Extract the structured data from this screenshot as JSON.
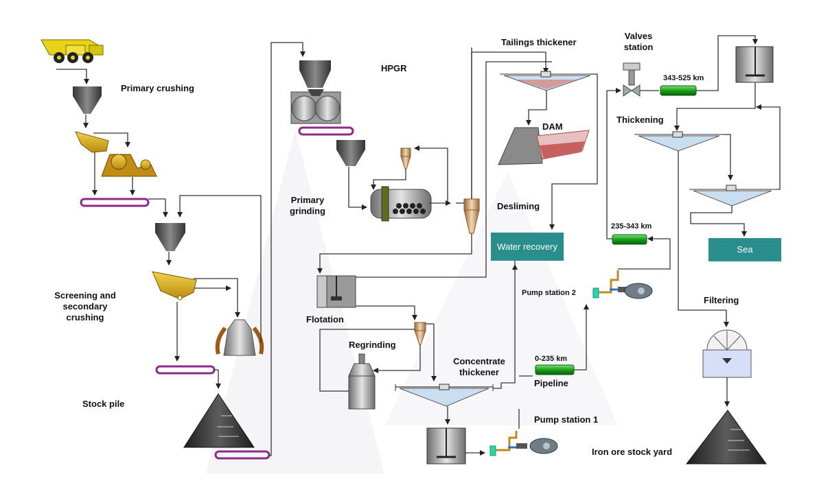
{
  "labels": {
    "primary_crushing": "Primary crushing",
    "screening_line1": "Screening and",
    "screening_line2": "secondary",
    "screening_line3": "crushing",
    "stock_pile": "Stock pile",
    "hpgr": "HPGR",
    "primary_grinding_line1": "Primary",
    "primary_grinding_line2": "grinding",
    "flotation": "Flotation",
    "regrinding": "Regrinding",
    "concentrate_thickener_line1": "Concentrate",
    "concentrate_thickener_line2": "thickener",
    "tailings_thickener": "Tailings thickener",
    "dam": "DAM",
    "desliming": "Desliming",
    "water_recovery": "Water recovery",
    "pump_station_2": "Pump station 2",
    "pump_station_1": "Pump station 1",
    "pipeline": "Pipeline",
    "pipe_0_235": "0-235 km",
    "pipe_235_343": "235-343 km",
    "pipe_343_525": "343-525 km",
    "valves_line1": "Valves",
    "valves_line2": "station",
    "thickening": "Thickening",
    "sea": "Sea",
    "filtering": "Filtering",
    "iron_ore_stock_yard": "Iron ore stock yard"
  },
  "colors": {
    "accent_box": "#2a8f8c",
    "pipe_segment": "#1fa31f",
    "conveyor": "#8b2a8b",
    "hopper": "#555555",
    "crusher": "#d4a017",
    "pile": "#3a3a3a",
    "tank_liquid": "#c9dff0",
    "dam_water": "#c86060"
  }
}
